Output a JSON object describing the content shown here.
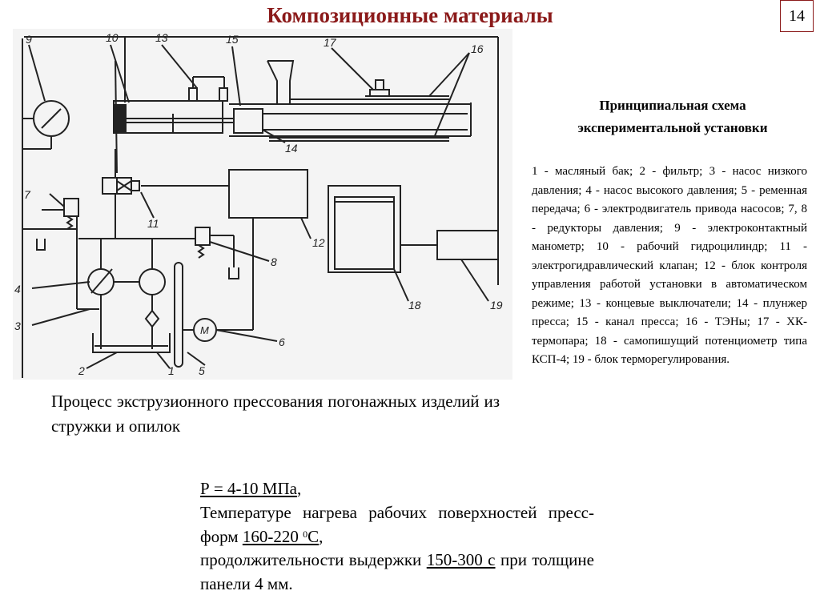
{
  "slide": {
    "title": "Композиционные материалы",
    "page_number": "14"
  },
  "schema": {
    "labels": [
      "1",
      "2",
      "3",
      "4",
      "5",
      "6",
      "7",
      "8",
      "9",
      "10",
      "11",
      "12",
      "13",
      "14",
      "15",
      "16",
      "17",
      "18",
      "19"
    ],
    "motor_letter": "М"
  },
  "caption": "Процесс экструзионного прессования погонажных изделий из стружки и опилок",
  "legend": {
    "heading_line1": "Принципиальная схема",
    "heading_line2": "экспериментальной установки",
    "text": "1 - масляный бак; 2 - фильтр; 3 - насос низкого давления; 4 - насос высокого давления; 5 - ременная передача; 6 - электродвигатель привода насосов; 7, 8 - редукторы давления; 9 - электроконтактный манометр; 10 - рабочий гидроцилиндр; 11 - электрогидравлический клапан; 12 - блок контроля управления работой установки в автоматическом режиме; 13 - концевые выключатели; 14 - плунжер пресса; 15 - канал пресса; 16 - ТЭНы; 17 - ХК-термопара; 18 - самопишущий потенциометр типа КСП-4; 19 - блок терморегулирования."
  },
  "params": {
    "pressure": "Р = 4-10 МПа",
    "pressure_end": ",",
    "temp_prefix": "Температуре нагрева рабочих поверхностей пресс-форм ",
    "temp_value": "160-220 ",
    "temp_sup": "0",
    "temp_unit": "С",
    "temp_end": ",",
    "hold_prefix": "продолжительности выдержки ",
    "hold_value": "150-300 с",
    "hold_suffix": " при толщине панели 4 мм."
  },
  "colors": {
    "title": "#8b1a1a",
    "diagram_line": "#222222",
    "diagram_bg": "#f4f4f4"
  }
}
